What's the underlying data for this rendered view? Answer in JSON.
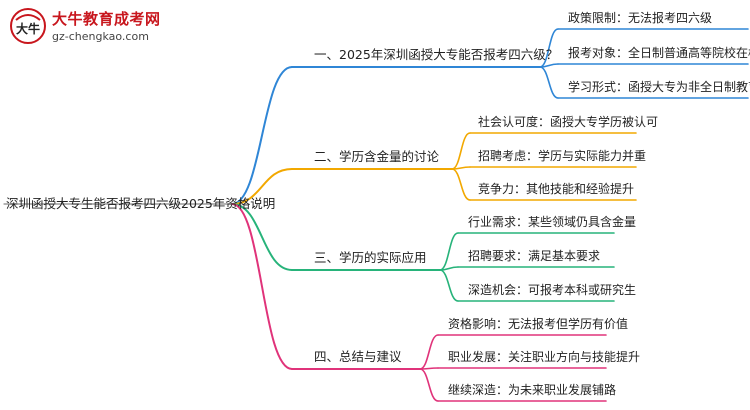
{
  "logo": {
    "title": "大牛教育成考网",
    "url": "gz-chengkao.com",
    "mark_text": "大牛",
    "brand_color": "#c8161d"
  },
  "root": {
    "label": "深圳函授大专生能否报考四六级2025年资格说明"
  },
  "branches": [
    {
      "label": "一、2025年深圳函授大专能否报考四六级？",
      "color": "#2f86d6",
      "children": [
        "政策限制：无法报考四六级",
        "报考对象：全日制普通高等院校在校生",
        "学习形式：函授大专为非全日制教育"
      ]
    },
    {
      "label": "二、学历含金量的讨论",
      "color": "#f2a800",
      "children": [
        "社会认可度：函授大专学历被认可",
        "招聘考虑：学历与实际能力并重",
        "竞争力：其他技能和经验提升"
      ]
    },
    {
      "label": "三、学历的实际应用",
      "color": "#27b37a",
      "children": [
        "行业需求：某些领域仍具含金量",
        "招聘要求：满足基本要求",
        "深造机会：可报考本科或研究生"
      ]
    },
    {
      "label": "四、总结与建议",
      "color": "#e0337a",
      "children": [
        "资格影响：无法报考但学历有价值",
        "职业发展：关注职业方向与技能提升",
        "继续深造：为未来职业发展铺路"
      ]
    }
  ]
}
